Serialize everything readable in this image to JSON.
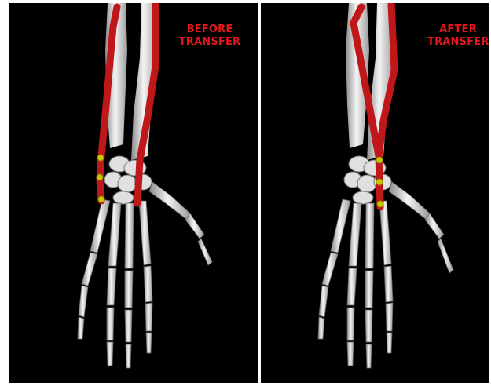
{
  "panels": [
    {
      "label_line1": "BEFORE",
      "label_line2": "TRANSFER"
    },
    {
      "label_line1": "AFTER",
      "label_line2": "TRANSFER"
    }
  ],
  "colors": {
    "background": "#000000",
    "bone": "#e8e8e8",
    "tendon": "#c0171b",
    "attachment_point": "#c8c800",
    "label": "#e3171b"
  }
}
